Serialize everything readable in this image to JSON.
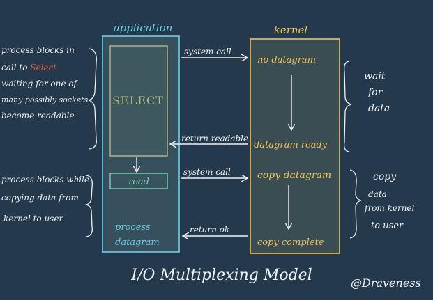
{
  "app": {
    "title": "application",
    "select_box": "SELECT",
    "read_box": "read",
    "process_line1": "process",
    "process_line2": "datagram"
  },
  "kernel": {
    "title": "kernel",
    "no_datagram": "no datagram",
    "datagram_ready": "datagram ready",
    "copy_datagram": "copy datagram",
    "copy_complete": "copy complete"
  },
  "arrows": {
    "system_call_1": "system call",
    "return_readable": "return readable",
    "system_call_2": "system call",
    "return_ok": "return ok"
  },
  "left_notes": {
    "block1": [
      "process blocks in",
      "call to ",
      "waiting for one of",
      "many possibly sockets",
      "become readable"
    ],
    "block1_highlight": "Select",
    "block2": [
      "process blocks while",
      "copying data from",
      "kernel to user"
    ]
  },
  "right_notes": {
    "wait": [
      "wait",
      "for",
      "data"
    ],
    "copy": [
      "copy",
      "data",
      "from kernel",
      "to user"
    ]
  },
  "footer": {
    "title": "I/O Multiplexing Model",
    "author": "@Draveness"
  },
  "colors": {
    "background": "#25394d",
    "application": "#6ed0e8",
    "kernel": "#f0c25a",
    "select_box": "#b5bb7e",
    "read_box": "#7fd1b5",
    "highlight": "#e2553a",
    "annotation": "#eef1f4"
  }
}
